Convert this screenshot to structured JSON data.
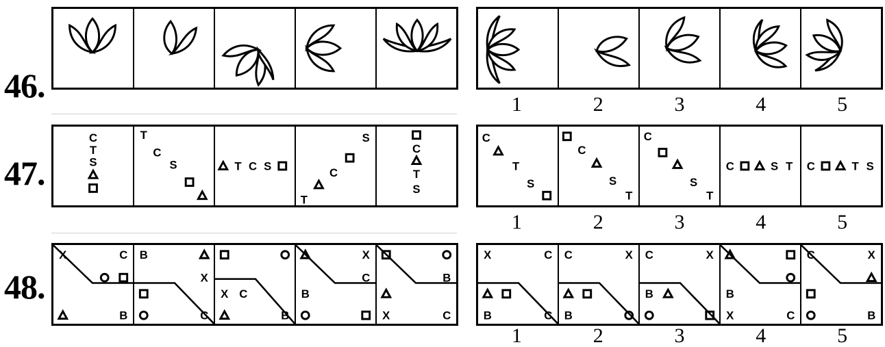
{
  "questions": [
    {
      "number": "46.",
      "options": [
        "1",
        "2",
        "3",
        "4",
        "5"
      ]
    },
    {
      "number": "47.",
      "options": [
        "1",
        "2",
        "3",
        "4",
        "5"
      ]
    },
    {
      "number": "48.",
      "options": [
        "1",
        "2",
        "3",
        "4",
        "5"
      ]
    }
  ],
  "q47": {
    "problem": [
      [
        [
          "C",
          "T",
          "S",
          "tri",
          "sq"
        ]
      ],
      [
        [
          "T",
          "C",
          "S",
          "sq",
          "tri"
        ]
      ],
      [
        [
          "tri",
          "T",
          "C",
          "S",
          "sq"
        ]
      ],
      [
        [
          "T",
          "tri",
          "C",
          "sq",
          "S"
        ]
      ],
      [
        [
          "sq",
          "C",
          "tri",
          "T",
          "S"
        ]
      ]
    ],
    "answers": [
      [
        [
          "C",
          "tri",
          "T",
          "S",
          "sq"
        ]
      ],
      [
        [
          "sq",
          "C",
          "tri",
          "S",
          "T"
        ]
      ],
      [
        [
          "C",
          "sq",
          "tri",
          "S",
          "T"
        ]
      ],
      [
        [
          "C",
          "sq",
          "tri",
          "S",
          "T"
        ]
      ],
      [
        [
          "C",
          "sq",
          "tri",
          "T",
          "S"
        ]
      ]
    ]
  },
  "q48": {
    "problem": [
      {
        "tl": "X",
        "tr": "C",
        "ml": "",
        "mr": "sq circ",
        "bl": "tri",
        "br": "B"
      },
      {
        "tl": "B",
        "tr": "tri",
        "ml": "sq",
        "mr": "X",
        "bl": "circ",
        "br": "C"
      },
      {
        "tl": "sq",
        "tr": "circ",
        "ml": "X C",
        "mr": "",
        "bl": "tri",
        "br": "B"
      },
      {
        "tl": "tri",
        "tr": "X",
        "ml": "B",
        "mr": "C",
        "bl": "circ",
        "br": "sq"
      },
      {
        "tl": "sq",
        "tr": "circ",
        "ml": "tri",
        "mr": "B",
        "bl": "X",
        "br": "C"
      }
    ],
    "answers": [
      {
        "tl": "X",
        "tr": "C",
        "ml": "tri sq",
        "mr": "",
        "bl": "B",
        "br": "C"
      },
      {
        "tl": "C",
        "tr": "X",
        "ml": "tri sq",
        "mr": "",
        "bl": "B",
        "br": "circ"
      },
      {
        "tl": "C",
        "tr": "X",
        "ml": "B tri",
        "mr": "",
        "bl": "circ",
        "br": "sq"
      },
      {
        "tl": "tri",
        "tr": "sq",
        "ml": "B",
        "mr": "circ",
        "bl": "X",
        "br": "C"
      },
      {
        "tl": "C",
        "tr": "X",
        "ml": "sq",
        "mr": "tri",
        "bl": "circ",
        "br": "B"
      }
    ]
  }
}
